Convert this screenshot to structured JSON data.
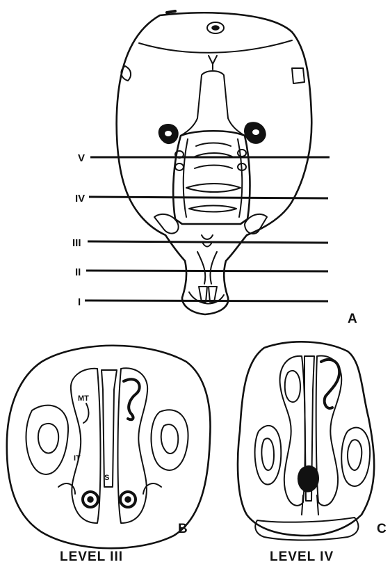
{
  "figure": {
    "panel_a": {
      "label": "A",
      "levels": [
        {
          "label": "V"
        },
        {
          "label": "IV"
        },
        {
          "label": "III"
        },
        {
          "label": "II"
        },
        {
          "label": "I"
        }
      ]
    },
    "panel_b": {
      "label": "B",
      "caption": "LEVEL III",
      "annotations": [
        "MT",
        "IT",
        "S"
      ]
    },
    "panel_c": {
      "label": "C",
      "caption": "LEVEL IV"
    }
  }
}
